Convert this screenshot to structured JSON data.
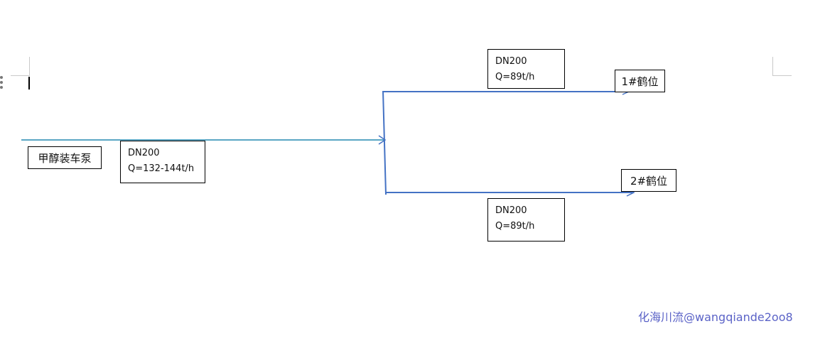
{
  "pump": {
    "label": "甲醇装车泵"
  },
  "main_pipe": {
    "size": "DN200",
    "flow": "Q=132-144t/h"
  },
  "branch_1": {
    "size": "DN200",
    "flow": "Q=89t/h",
    "destination": "1#鹤位"
  },
  "branch_2": {
    "size": "DN200",
    "flow": "Q=89t/h",
    "destination": "2#鹤位"
  },
  "watermark": "化海川流@wangqiande2oo8",
  "colors": {
    "main_line": "#5aa6c4",
    "branch_line": "#4472c4",
    "watermark": "#5b63c7"
  }
}
